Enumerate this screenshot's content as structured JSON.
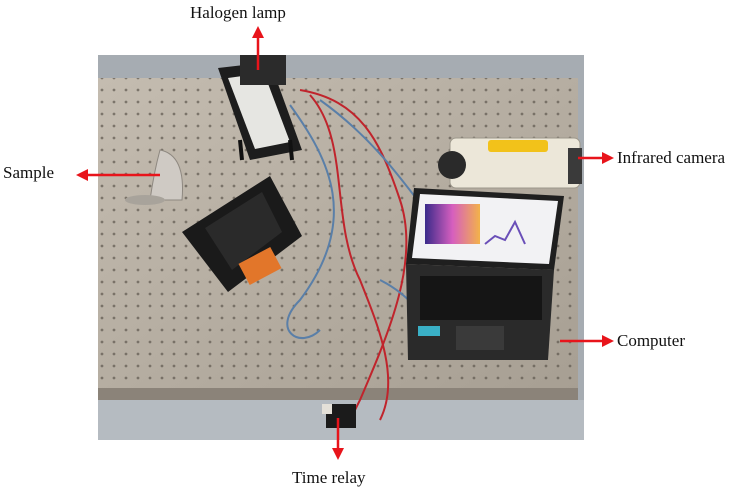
{
  "labels": {
    "halogen_lamp": "Halogen lamp",
    "sample": "Sample",
    "infrared_camera": "Infrared camera",
    "computer": "Computer",
    "time_relay": "Time relay"
  },
  "colors": {
    "arrow": "#e8141b",
    "table": "#b9b0a3",
    "floor": "#9aa0a6",
    "equipment": "#1e1e1e",
    "camera_body": "#e9e4d6",
    "thermal_image": "#c24fc0"
  }
}
